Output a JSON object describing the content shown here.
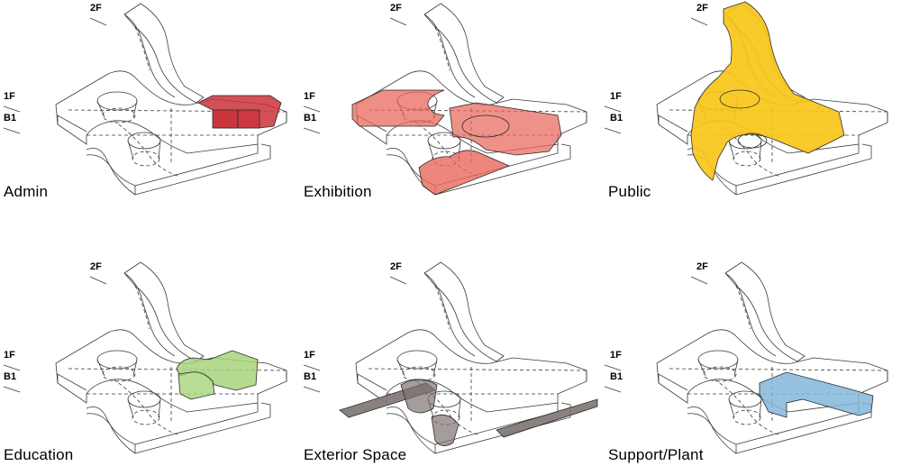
{
  "levels": {
    "second": "2F",
    "first": "1F",
    "basement": "B1"
  },
  "panels": [
    {
      "caption": "Admin",
      "color": "#c9323a"
    },
    {
      "caption": "Exhibition",
      "color": "#e8685c"
    },
    {
      "caption": "Public",
      "color": "#f7c518"
    },
    {
      "caption": "Education",
      "color": "#a6d47a"
    },
    {
      "caption": "Exterior Space",
      "color": "#7d7471"
    },
    {
      "caption": "Support/Plant",
      "color": "#84b6d9"
    }
  ]
}
